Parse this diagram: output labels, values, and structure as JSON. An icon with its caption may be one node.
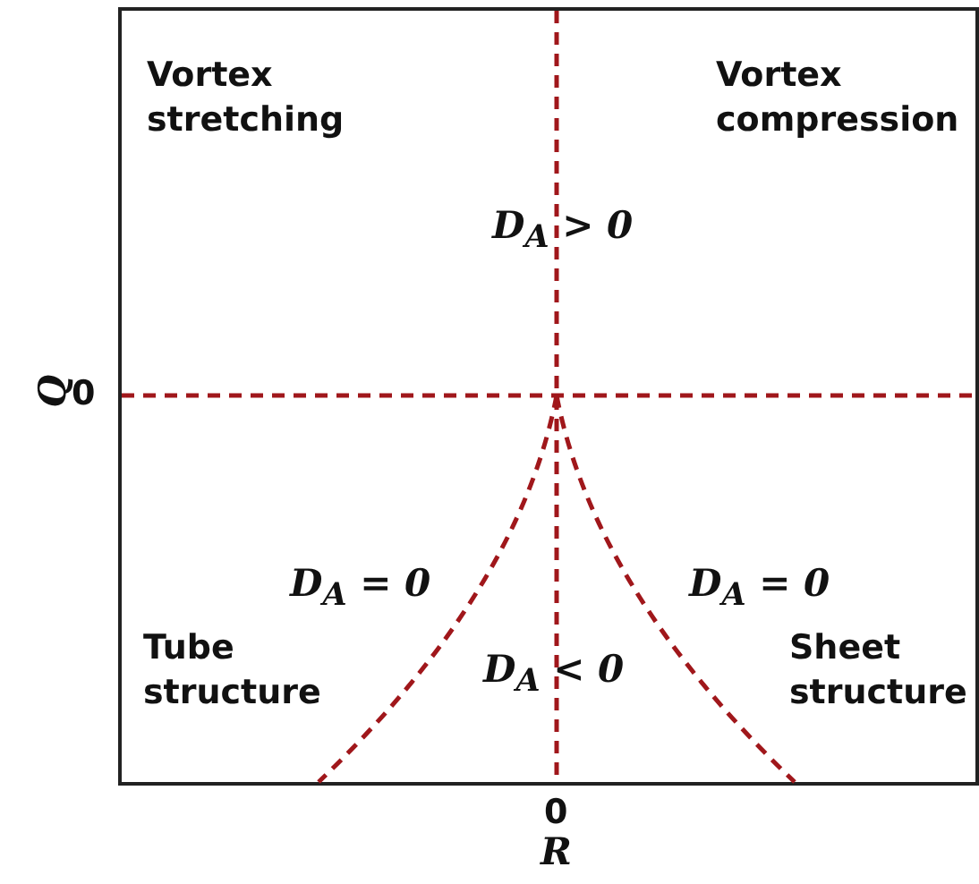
{
  "diagram": {
    "labels": [
      "Vortex stretching",
      "Vortex compression",
      "D$_{A}$ > 0",
      "Q",
      "0",
      "D$_{A}$ = 0",
      "D$_{A}$ = 0",
      "Tube structure",
      "D$_{A}$ < 0",
      "Sheet structure",
      "0",
      "R"
    ]
  }
}
